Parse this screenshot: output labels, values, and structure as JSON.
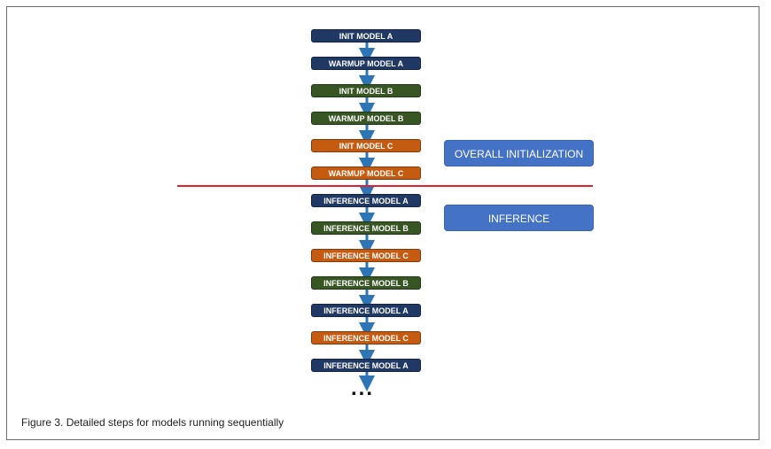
{
  "steps": [
    {
      "label": "INIT MODEL A",
      "color": "#1f3864"
    },
    {
      "label": "WARMUP MODEL A",
      "color": "#1f3864"
    },
    {
      "label": "INIT MODEL B",
      "color": "#375623"
    },
    {
      "label": "WARMUP MODEL B",
      "color": "#375623"
    },
    {
      "label": "INIT MODEL C",
      "color": "#c55a11"
    },
    {
      "label": "WARMUP MODEL C",
      "color": "#c55a11"
    },
    {
      "label": "INFERENCE MODEL A",
      "color": "#1f3864"
    },
    {
      "label": "INFERENCE MODEL B",
      "color": "#375623"
    },
    {
      "label": "INFERENCE MODEL C",
      "color": "#c55a11"
    },
    {
      "label": "INFERENCE MODEL B",
      "color": "#375623"
    },
    {
      "label": "INFERENCE MODEL A",
      "color": "#1f3864"
    },
    {
      "label": "INFERENCE MODEL C",
      "color": "#c55a11"
    },
    {
      "label": "INFERENCE MODEL A",
      "color": "#1f3864"
    }
  ],
  "phases": {
    "initialization": "OVERALL INITIALIZATION",
    "inference": "INFERENCE"
  },
  "ellipsis": "...",
  "caption": "Figure 3.  Detailed steps for models running sequentially",
  "colors": {
    "arrow": "#2e75b6",
    "divider": "#e4202a",
    "phase_box": "#4472c4"
  }
}
